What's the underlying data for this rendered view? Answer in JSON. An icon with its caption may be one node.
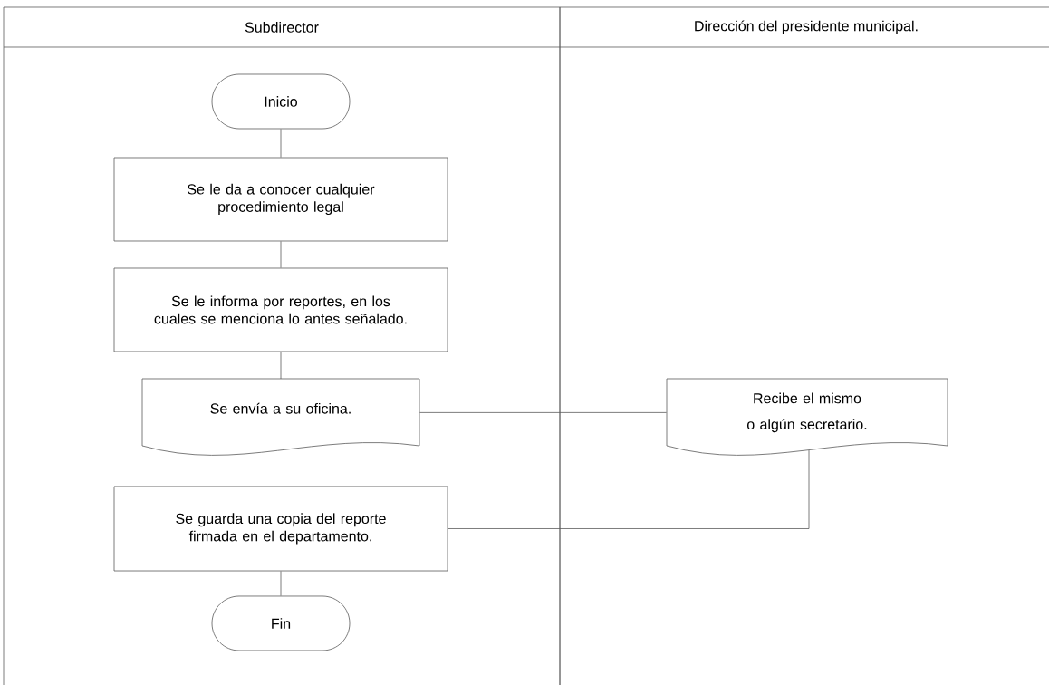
{
  "diagram": {
    "nodes": [
      {
        "text": [
          "Subdirector"
        ]
      },
      {
        "text": [
          "Dirección del presidente municipal."
        ]
      },
      {
        "text": [
          "Inicio"
        ],
        "in": 0
      },
      {
        "text": [
          "Se le da a conocer cualquier procedimiento legal"
        ],
        "in": 0
      },
      {
        "text": [
          "Se le informa por reportes, en los cuales se menciona lo antes señalado."
        ],
        "in": 0
      },
      {
        "text": [
          "Se envía a su oficina."
        ],
        "in": 0
      },
      {
        "text": [
          "Recibe el mismo o algún secretario."
        ],
        "in": 1
      },
      {
        "text": [
          "Se guarda una copia del reporte firmada en el departamento."
        ],
        "in": 0
      },
      {
        "text": [
          "Fin"
        ],
        "in": 0
      }
    ],
    "edges": [
      {
        "from": 2,
        "to": 3,
        "arrow": "none"
      },
      {
        "from": 3,
        "to": 4,
        "arrow": "none"
      },
      {
        "from": 4,
        "to": 5,
        "arrow": "none"
      },
      {
        "from": 5,
        "to": 6,
        "arrow": "none"
      },
      {
        "from": 6,
        "to": 7,
        "arrow": "none"
      },
      {
        "from": 7,
        "to": 8,
        "arrow": "none"
      }
    ]
  }
}
